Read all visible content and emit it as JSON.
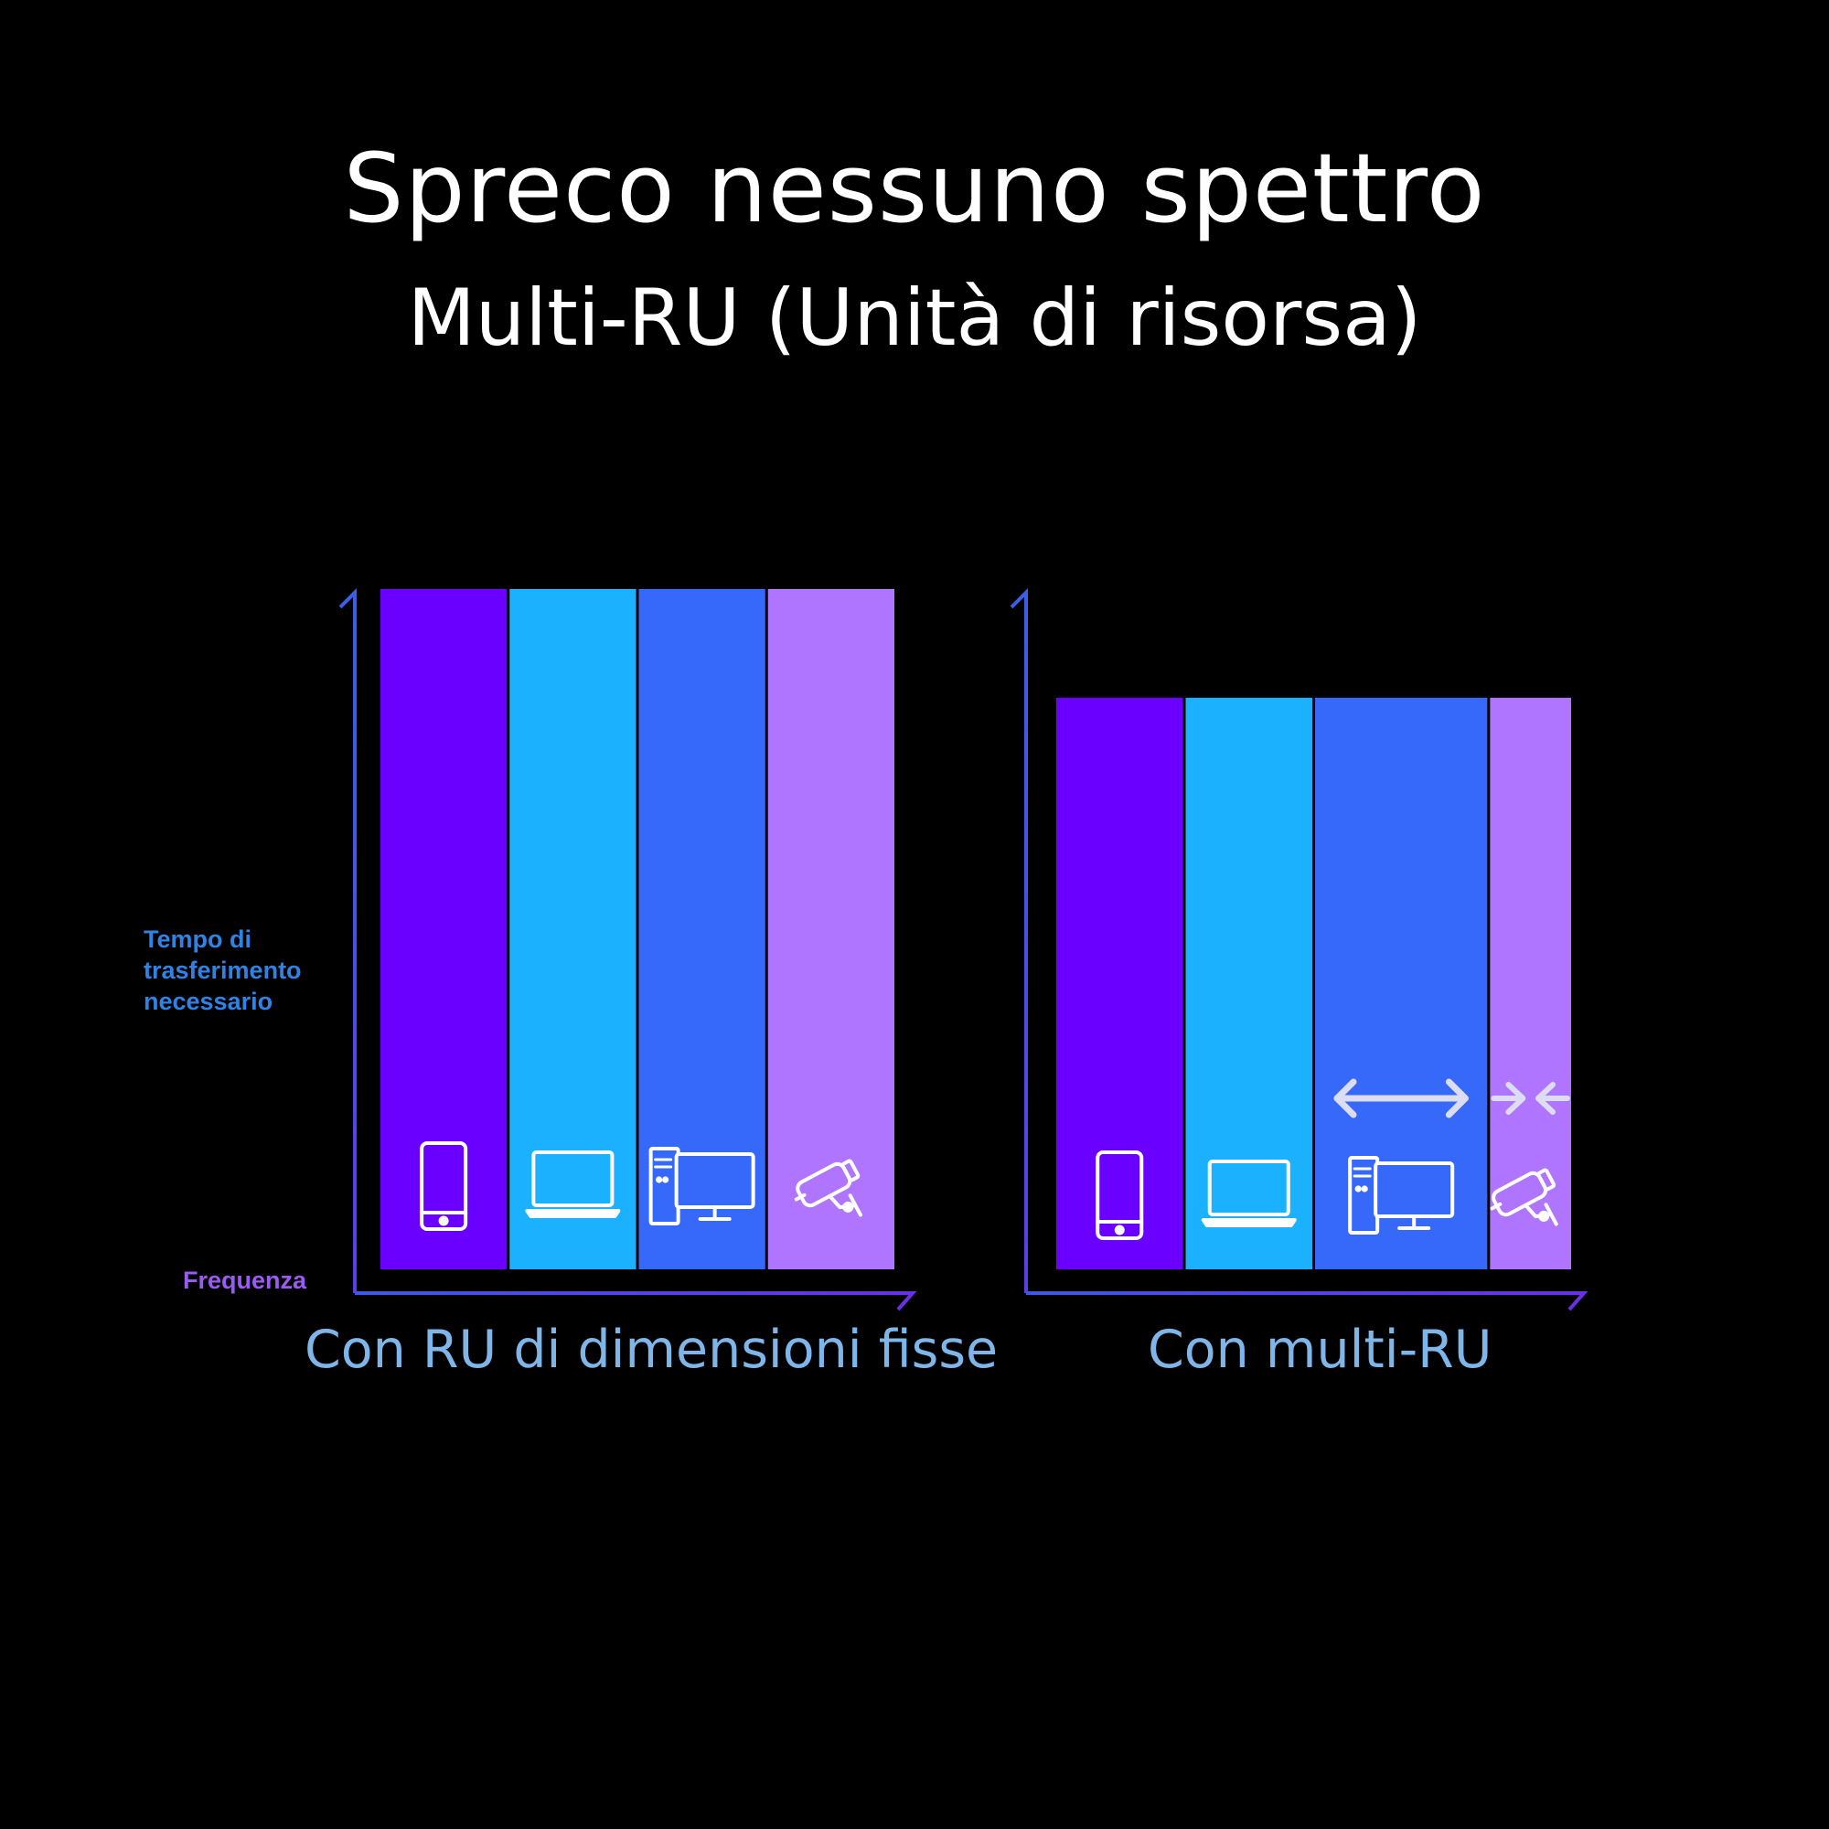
{
  "title": "Spreco nessuno spettro",
  "subtitle": "Multi-RU (Unità di risorsa)",
  "y_axis_label": "Tempo di trasferimento necessario",
  "x_axis_label": "Frequenza",
  "panels": [
    {
      "caption": "Con RU di dimensioni fisse",
      "blocks": [
        {
          "device": "smartphone-icon",
          "color": "#6a00ff",
          "relative_width": 1
        },
        {
          "device": "laptop-icon",
          "color": "#1bb1ff",
          "relative_width": 1
        },
        {
          "device": "desktop-computer-icon",
          "color": "#3669fa",
          "relative_width": 1
        },
        {
          "device": "security-camera-icon",
          "color": "#b075ff",
          "relative_width": 1
        }
      ],
      "relative_duration": 1.0
    },
    {
      "caption": "Con multi-RU",
      "blocks": [
        {
          "device": "smartphone-icon",
          "color": "#6a00ff",
          "relative_width": 1
        },
        {
          "device": "laptop-icon",
          "color": "#1bb1ff",
          "relative_width": 1
        },
        {
          "device": "desktop-computer-icon",
          "color": "#3669fa",
          "relative_width": 1.36,
          "annotation": "expand-arrow-icon"
        },
        {
          "device": "security-camera-icon",
          "color": "#b075ff",
          "relative_width": 0.64,
          "annotation": "shrink-arrows-icon"
        }
      ],
      "relative_duration": 0.84
    }
  ],
  "colors": {
    "background": "#000000",
    "axis": "#4a3fe0",
    "axis_label": "#2f83e4",
    "freq_label": "#9a5cf0",
    "caption": "#7fb6ea",
    "icon": "#ffffff",
    "arrow": "#dcdcf5"
  }
}
